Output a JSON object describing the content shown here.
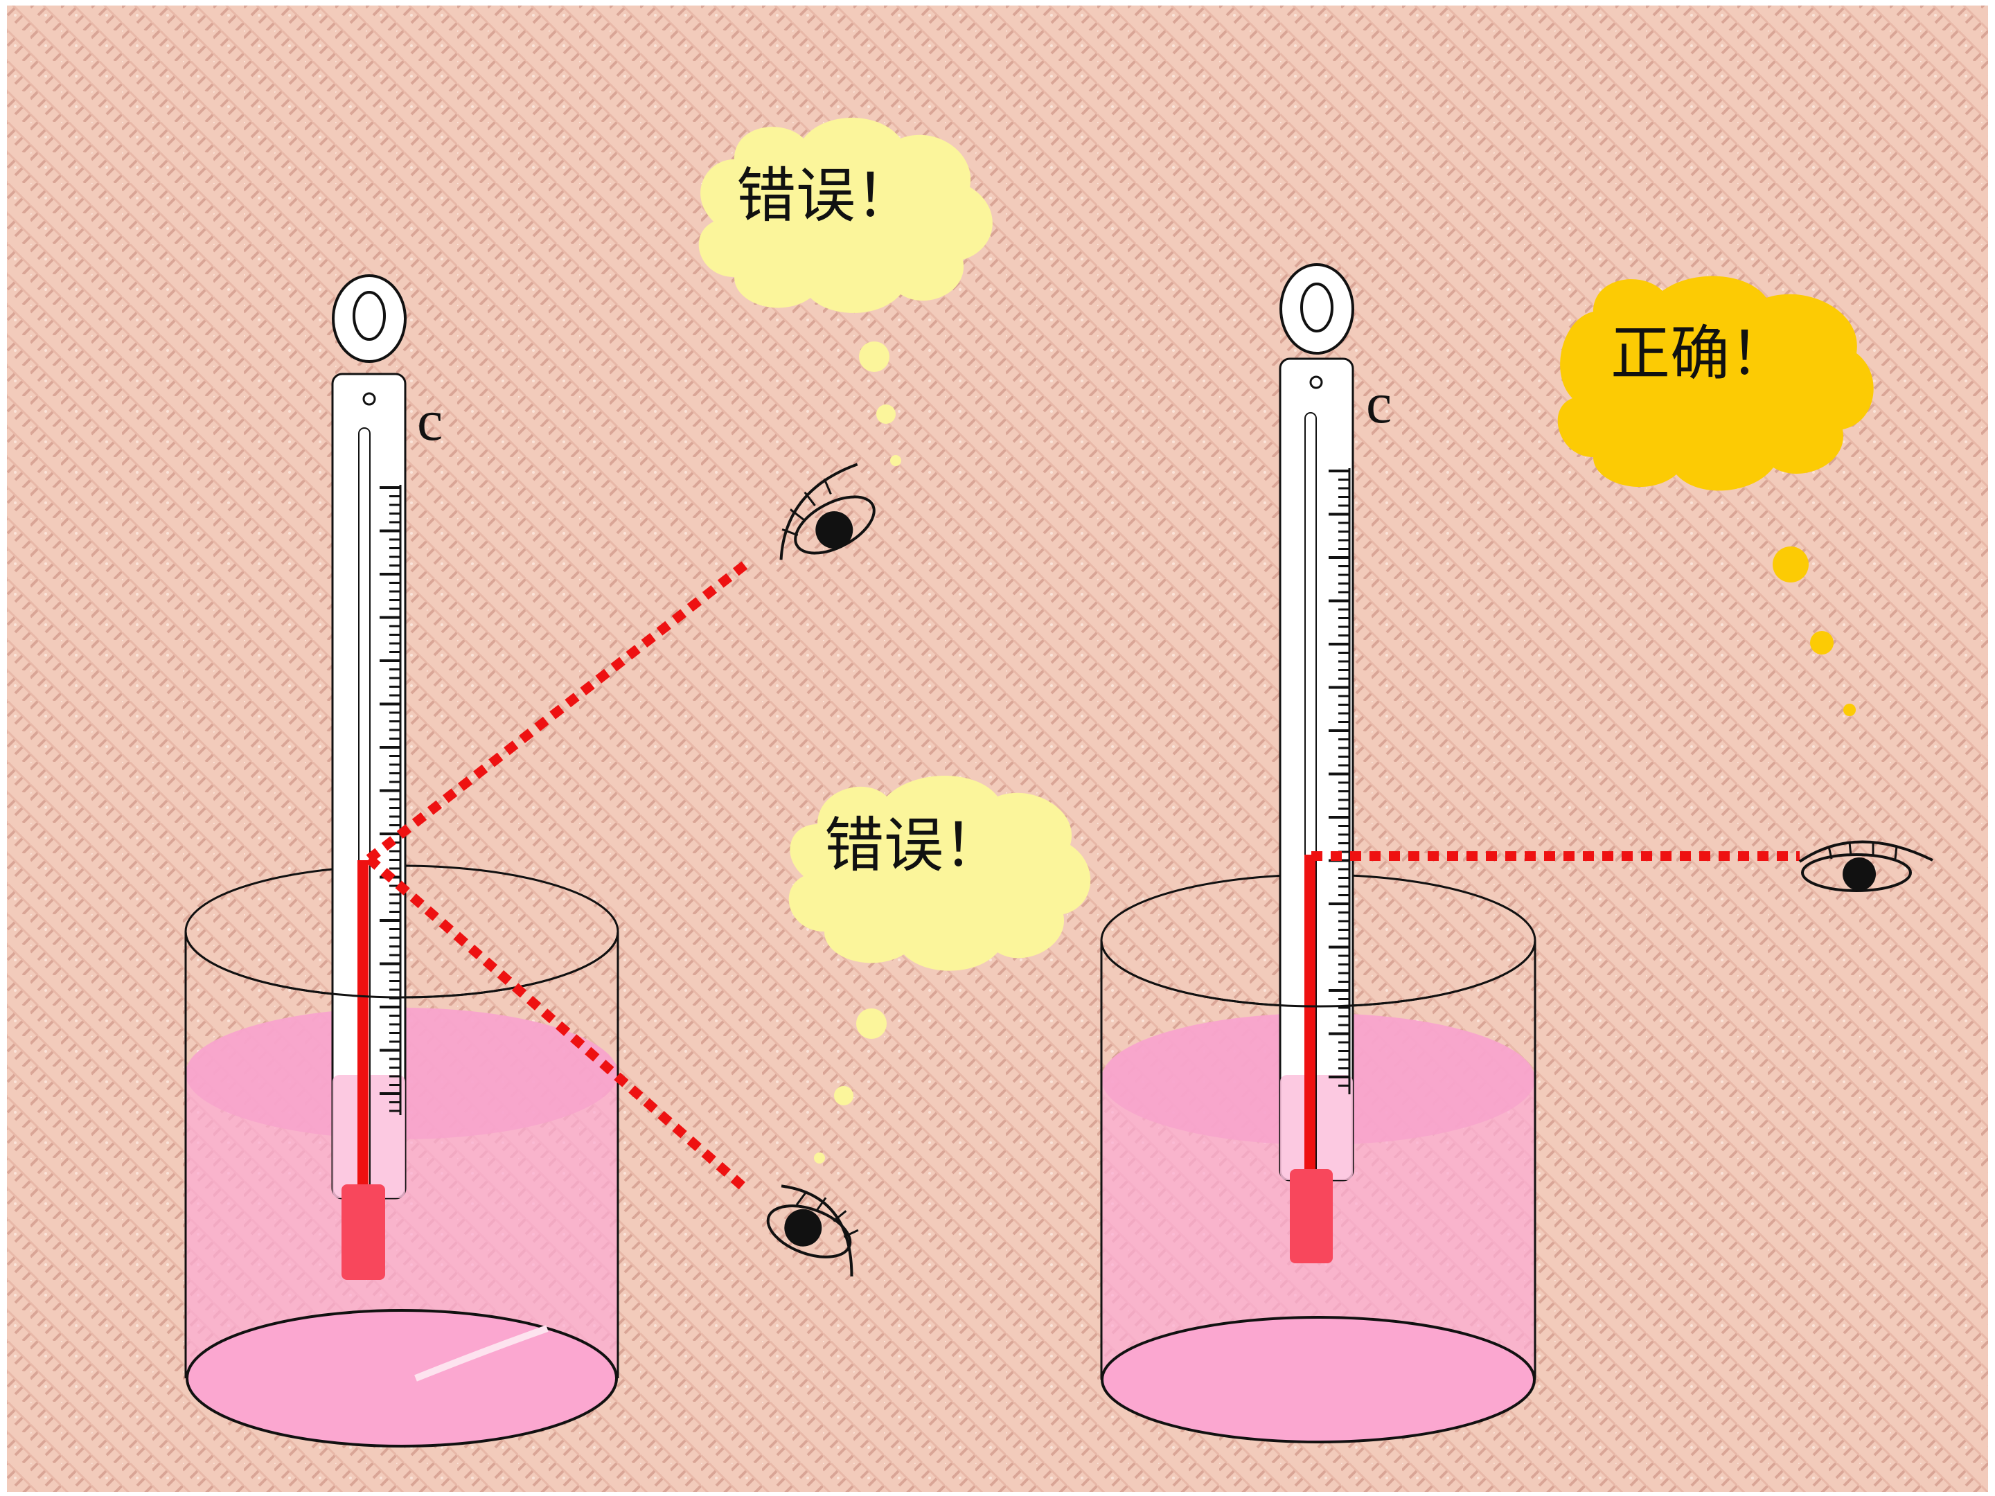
{
  "labels": {
    "wrong_upper": "错误！",
    "wrong_lower": "错误！",
    "correct": "正确！",
    "unit_left": "c",
    "unit_right": "c"
  },
  "colors": {
    "background": "#f2cbbb",
    "pattern": "#d9a596",
    "wrong_bubble": "#fbf59b",
    "correct_bubble": "#fccb04",
    "sight_line": "#ee1111",
    "liquid_column": "#ee1111",
    "bulb": "#f8475c",
    "water": "#fbabd2",
    "water_bottom": "#fba7d0",
    "outline": "#111111"
  },
  "icons": {
    "eye": "eye-icon",
    "hang_ring": "ring-icon"
  }
}
